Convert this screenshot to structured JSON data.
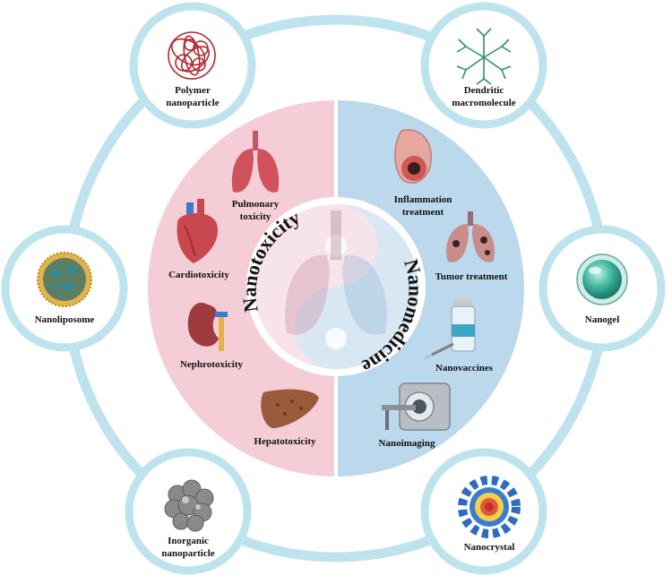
{
  "colors": {
    "ring": "#bfe3ee",
    "toxicity_panel": "#f4cdd6",
    "medicine_panel": "#bcd8ec",
    "organ_red": "#c9474f",
    "organ_brown": "#9a5a3c"
  },
  "center": {
    "left_title": "Nanotoxicity",
    "right_title": "Nanomedicine"
  },
  "nanoparticles": [
    {
      "line1": "Polymer",
      "line2": "nanoparticle",
      "icon": "polymer-tangle-icon"
    },
    {
      "line1": "Dendritic",
      "line2": "macromolecule",
      "icon": "dendrimer-icon"
    },
    {
      "line1": "Nanogel",
      "line2": "",
      "icon": "nanogel-sphere-icon"
    },
    {
      "line1": "Nanocrystal",
      "line2": "",
      "icon": "nanocrystal-gear-icon"
    },
    {
      "line1": "Inorganic",
      "line2": "nanoparticle",
      "icon": "inorganic-cluster-icon"
    },
    {
      "line1": "Nanoliposome",
      "line2": "",
      "icon": "liposome-icon"
    }
  ],
  "toxicity": [
    {
      "line1": "Pulmonary",
      "line2": "toxicity",
      "icon": "lung-icon"
    },
    {
      "line1": "Cardiotoxicity",
      "line2": "",
      "icon": "heart-icon"
    },
    {
      "line1": "Nephrotoxicity",
      "line2": "",
      "icon": "kidney-icon"
    },
    {
      "line1": "Hepatotoxicity",
      "line2": "",
      "icon": "liver-icon"
    }
  ],
  "medicine": [
    {
      "line1": "Inflammation",
      "line2": "treatment",
      "icon": "airway-icon"
    },
    {
      "line1": "Tumor treatment",
      "line2": "",
      "icon": "tumor-lung-icon"
    },
    {
      "line1": "Nanovaccines",
      "line2": "",
      "icon": "vaccine-icon"
    },
    {
      "line1": "Nanoimaging",
      "line2": "",
      "icon": "scanner-icon"
    }
  ]
}
